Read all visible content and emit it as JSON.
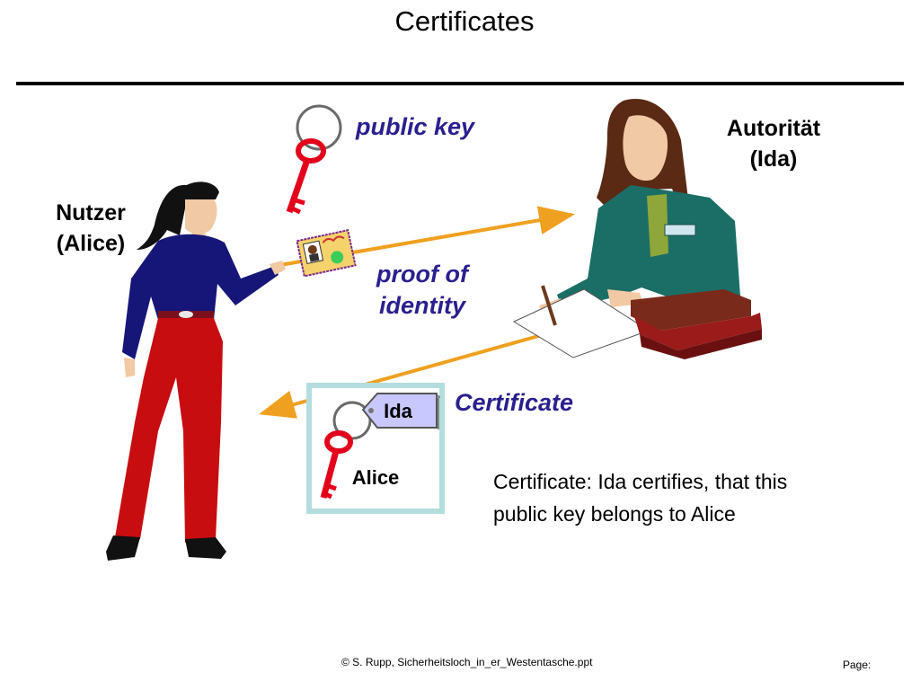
{
  "slide": {
    "title": "Certificates"
  },
  "labels": {
    "public_key": "public key",
    "proof_line1": "proof of",
    "proof_line2": "identity",
    "certificate": "Certificate",
    "user_line1": "Nutzer",
    "user_line2": "(Alice)",
    "authority_line1": "Autorität",
    "authority_line2": "(Ida)",
    "tag_issuer": "Ida",
    "tag_owner": "Alice"
  },
  "description": {
    "line1": "Certificate: Ida certifies, that this",
    "line2": "public key belongs to Alice"
  },
  "footer": {
    "copyright": "©  S. Rupp, Sicherheitsloch_in_er_Westentasche.ppt",
    "page": "Page:"
  },
  "colors": {
    "key_red": "#e3001b",
    "arrow_orange": "#f0a020",
    "label_blue": "#2a1f8f",
    "cert_frame": "#b4dede",
    "tag_lavender": "#c8c8ff"
  }
}
